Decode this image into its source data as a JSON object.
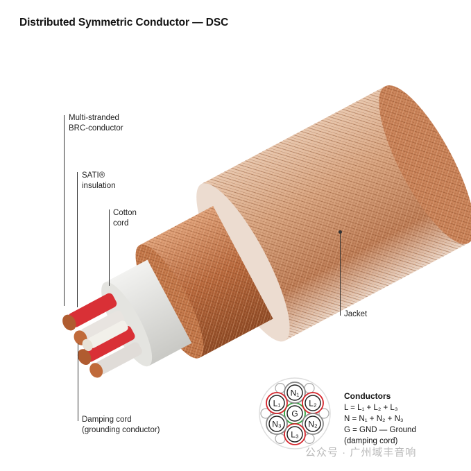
{
  "title": "Distributed Symmetric Conductor — DSC",
  "labels": {
    "conductor": [
      "Multi-stranded",
      "BRC-conductor"
    ],
    "insulation": [
      "SATI®",
      "insulation"
    ],
    "cotton": [
      "Cotton",
      "cord"
    ],
    "jacket": "Jacket",
    "damping": [
      "Damping cord",
      "(grounding conductor)"
    ]
  },
  "cross_section": {
    "center": "G",
    "ring": [
      "N₁",
      "L₂",
      "N₂",
      "L₃",
      "N₃",
      "L₁"
    ],
    "colors": {
      "L": "#d4232a",
      "N": "#888888",
      "G": "#2aa33a"
    }
  },
  "legend": {
    "heading": "Conductors",
    "lines": [
      "L = L₁ + L₂ + L₃",
      "N = N₁ + N₂ + N₃",
      "G = GND — Ground",
      "(damping cord)"
    ]
  },
  "watermark": "公众号 · 广州域丰音响"
}
